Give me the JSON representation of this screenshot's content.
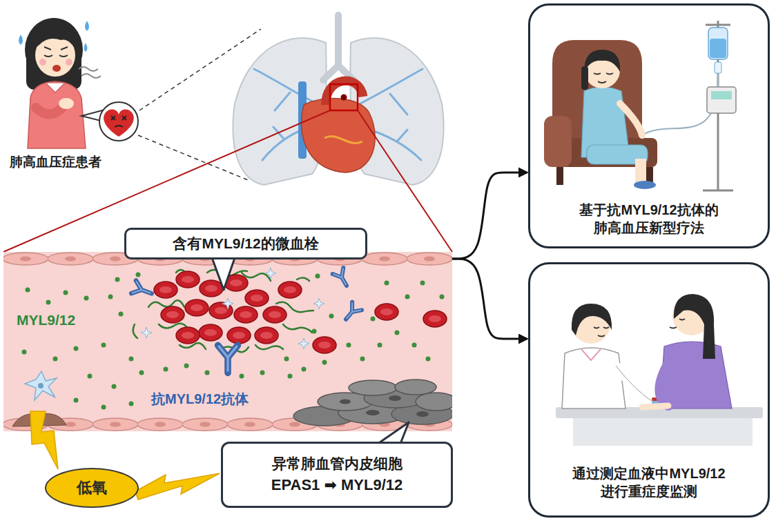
{
  "diagram": {
    "nodes": [
      {
        "text": [
          "含有MYL9/12的微血栓"
        ]
      },
      {
        "text": [
          "MYL9/12",
          "抗MYL9/12抗体"
        ]
      },
      {
        "text": [
          "低氧"
        ]
      },
      {
        "text": [
          "异常肺血管内皮细胞",
          "EPAS1 ➡ MYL9/12"
        ]
      },
      {
        "text": [
          "基于抗MYL9/12抗体的 肺高血压新型疗法"
        ]
      },
      {
        "text": [
          "通过测定血液中MYL9/12 进行重症度监测"
        ]
      }
    ],
    "edges": [
      {
        "from": 1,
        "to": 4,
        "arrow": "to"
      },
      {
        "from": 1,
        "to": 5,
        "arrow": "to"
      }
    ],
    "labels": [
      "肺高血压症患者"
    ]
  }
}
